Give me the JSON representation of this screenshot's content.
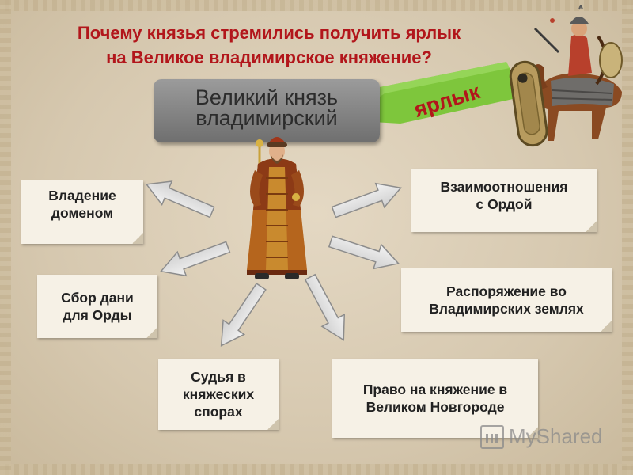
{
  "slide": {
    "title_line1": "Почему князья стремились получить ярлык",
    "title_line2": "на Великое владимирское княжение?"
  },
  "center": {
    "line1": "Великий князь",
    "line2": "владимирский"
  },
  "label": {
    "yarlyk": "ярлык"
  },
  "nodes": {
    "domain": "Владение\nдоменом",
    "tribute": "Сбор дани\nдля Орды",
    "judge": "Судья в\nкняжеских\nспорах",
    "relations": "Взаимоотношения\nс Ордой",
    "rule": "Распоряжение во\nВладимирских землях",
    "novgorod": "Право на княжение в\nВеликом Новгороде"
  },
  "watermark": {
    "text": "MyShared"
  },
  "colors": {
    "title": "#b2161b",
    "yarlyk": "#b2161b",
    "main_box": "#7c7c7c",
    "arrow_fill": "#e6e6e6",
    "arrow_stroke": "#8c8c8c",
    "green_arrow": "#7ec63c",
    "note_bg": "#f6f1e6"
  }
}
